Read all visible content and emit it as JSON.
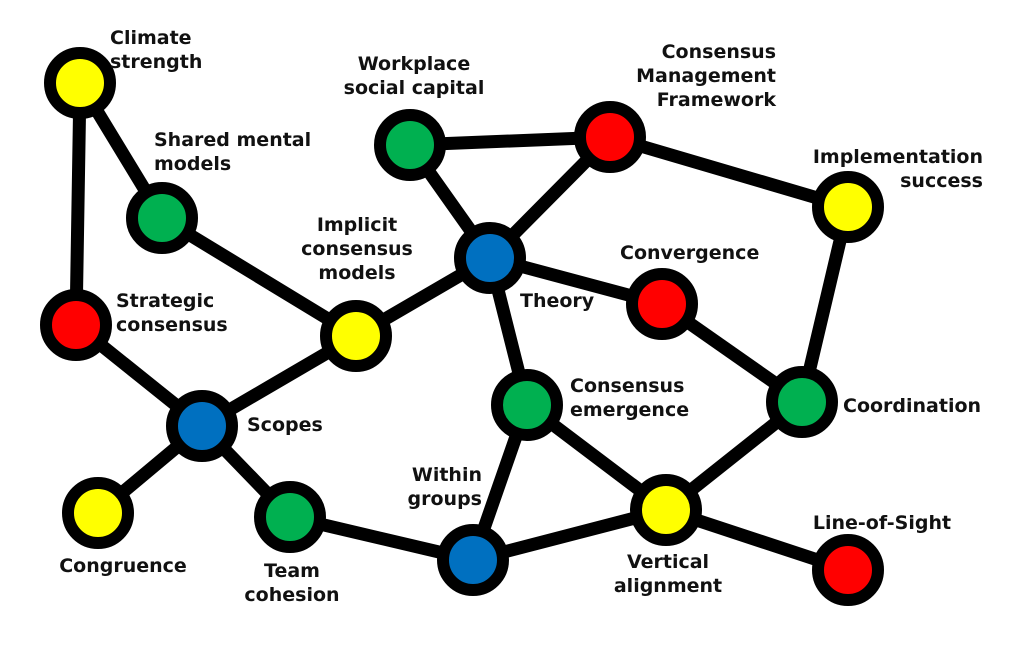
{
  "diagram": {
    "type": "network",
    "colors": {
      "yellow": "#FFFF00",
      "green": "#00B050",
      "red": "#FF0000",
      "blue": "#0070C0",
      "outline": "#000000"
    },
    "nodes": [
      {
        "id": "climate_strength",
        "lines": [
          "Climate",
          "strength"
        ],
        "color": "yellow"
      },
      {
        "id": "shared_mental_models",
        "lines": [
          "Shared mental",
          "models"
        ],
        "color": "green"
      },
      {
        "id": "strategic_consensus",
        "lines": [
          "Strategic",
          "consensus"
        ],
        "color": "red"
      },
      {
        "id": "scopes",
        "lines": [
          "Scopes"
        ],
        "color": "blue"
      },
      {
        "id": "congruence",
        "lines": [
          "Congruence"
        ],
        "color": "yellow"
      },
      {
        "id": "team_cohesion",
        "lines": [
          "Team",
          "cohesion"
        ],
        "color": "green"
      },
      {
        "id": "implicit_consensus_models",
        "lines": [
          "Implicit",
          "consensus",
          "models"
        ],
        "color": "yellow"
      },
      {
        "id": "workplace_social_capital",
        "lines": [
          "Workplace",
          "social capital"
        ],
        "color": "green"
      },
      {
        "id": "consensus_management_framework",
        "lines": [
          "Consensus",
          "Management",
          "Framework"
        ],
        "color": "red"
      },
      {
        "id": "theory",
        "lines": [
          "Theory"
        ],
        "color": "blue"
      },
      {
        "id": "convergence",
        "lines": [
          "Convergence"
        ],
        "color": "red"
      },
      {
        "id": "implementation_success",
        "lines": [
          "Implementation",
          "success"
        ],
        "color": "yellow"
      },
      {
        "id": "coordination",
        "lines": [
          "Coordination"
        ],
        "color": "green"
      },
      {
        "id": "consensus_emergence",
        "lines": [
          "Consensus",
          "emergence"
        ],
        "color": "green"
      },
      {
        "id": "within_groups",
        "lines": [
          "Within",
          "groups"
        ],
        "color": "blue"
      },
      {
        "id": "vertical_alignment",
        "lines": [
          "Vertical",
          "alignment"
        ],
        "color": "yellow"
      },
      {
        "id": "line_of_sight",
        "lines": [
          "Line-of-Sight"
        ],
        "color": "red"
      }
    ],
    "edges": [
      [
        "climate_strength",
        "shared_mental_models"
      ],
      [
        "climate_strength",
        "strategic_consensus"
      ],
      [
        "shared_mental_models",
        "implicit_consensus_models"
      ],
      [
        "strategic_consensus",
        "scopes"
      ],
      [
        "scopes",
        "implicit_consensus_models"
      ],
      [
        "scopes",
        "congruence"
      ],
      [
        "scopes",
        "team_cohesion"
      ],
      [
        "implicit_consensus_models",
        "theory"
      ],
      [
        "workplace_social_capital",
        "consensus_management_framework"
      ],
      [
        "workplace_social_capital",
        "theory"
      ],
      [
        "consensus_management_framework",
        "theory"
      ],
      [
        "consensus_management_framework",
        "implementation_success"
      ],
      [
        "theory",
        "convergence"
      ],
      [
        "theory",
        "consensus_emergence"
      ],
      [
        "convergence",
        "coordination"
      ],
      [
        "implementation_success",
        "coordination"
      ],
      [
        "coordination",
        "vertical_alignment"
      ],
      [
        "consensus_emergence",
        "within_groups"
      ],
      [
        "consensus_emergence",
        "vertical_alignment"
      ],
      [
        "team_cohesion",
        "within_groups"
      ],
      [
        "within_groups",
        "vertical_alignment"
      ],
      [
        "vertical_alignment",
        "line_of_sight"
      ]
    ]
  }
}
